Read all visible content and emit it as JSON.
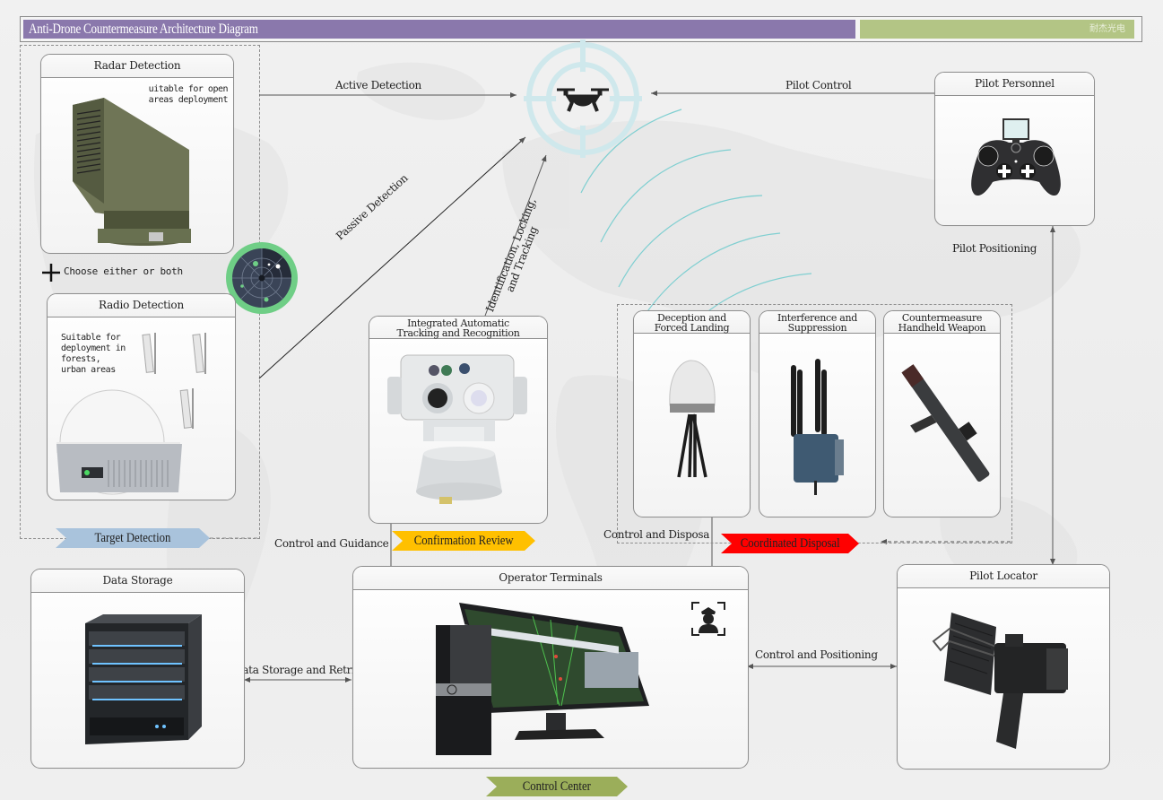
{
  "header": {
    "title": "Anti-Drone Countermeasure Architecture Diagram",
    "brand": "耐杰光电"
  },
  "colors": {
    "title_bar": "#8a78ac",
    "brand_bar": "#b3c585",
    "target_detection": "#a9c3dc",
    "confirmation_review": "#ffc000",
    "coordinated_disposal": "#ff0000",
    "control_center": "#9bae5a",
    "radar_ring": "#6fce86",
    "signal_arcs": "#7fcfd1"
  },
  "target_detection": {
    "tag": "Target Detection",
    "radar": {
      "title": "Radar Detection",
      "note": [
        "uitable for open",
        "areas deployment"
      ]
    },
    "choose_label": "Choose either or both",
    "radio": {
      "title": "Radio Detection",
      "note": [
        "Suitable for",
        "deployment in",
        "forests,",
        "urban areas"
      ]
    }
  },
  "confirmation": {
    "tag": "Confirmation Review",
    "card": {
      "title_line1": "Integrated Automatic",
      "title_line2": "Tracking and Recognition"
    }
  },
  "disposal": {
    "tag": "Coordinated Disposal",
    "cards": [
      {
        "line1": "Deception and",
        "line2": "Forced Landing"
      },
      {
        "line1": "Interference and",
        "line2": "Suppression"
      },
      {
        "line1": "Countermeasure",
        "line2": "Handheld Weapon"
      }
    ]
  },
  "pilot": {
    "personnel": "Pilot Personnel",
    "locator": "Pilot Locator"
  },
  "control_center": {
    "tag": "Control Center",
    "storage": "Data Storage",
    "terminals": "Operator Terminals"
  },
  "connections": {
    "active_detection": "Active Detection",
    "passive_detection": "Passive Detection",
    "identification_1": "Identification, Locking,",
    "identification_2": "and Tracking",
    "pilot_control": "Pilot Control",
    "pilot_positioning": "Pilot Positioning",
    "control_guidance": "Control and Guidance",
    "control_disposal": "Control and Disposa",
    "data_storage_retrieval": "Data Storage and Retrieval",
    "control_positioning": "Control and Positioning"
  }
}
